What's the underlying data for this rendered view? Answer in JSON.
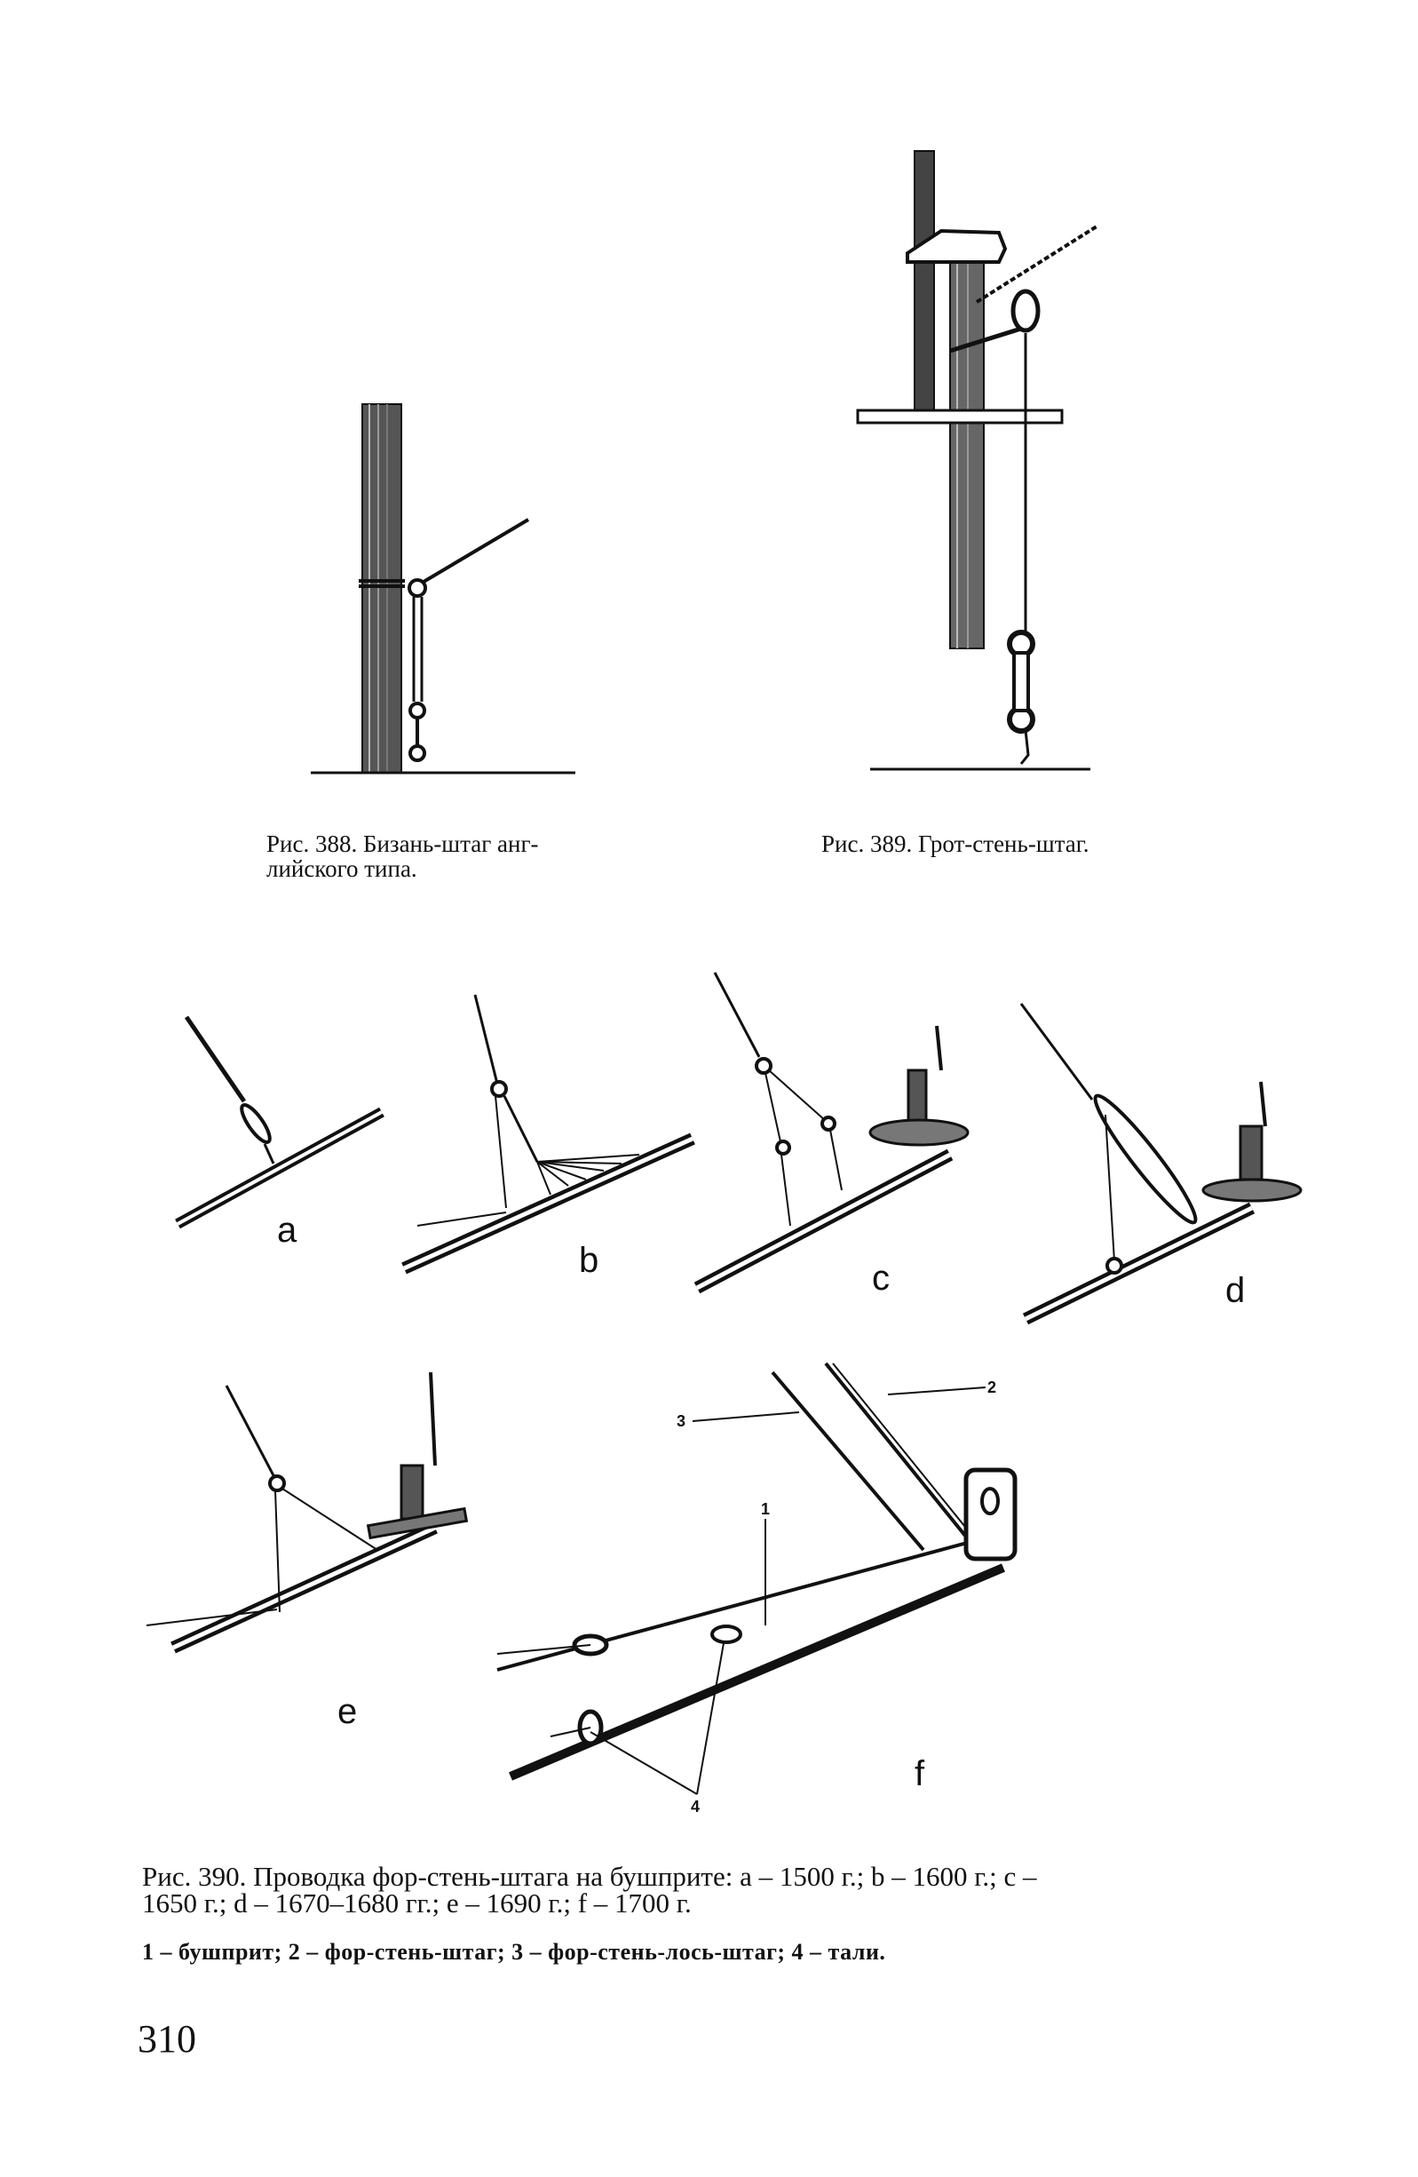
{
  "figures": {
    "fig388": {
      "caption_line1": "Рис. 388. Бизань-штаг анг-",
      "caption_line2": "лийского типа."
    },
    "fig389": {
      "caption": "Рис. 389. Грот-стень-штаг."
    },
    "fig390": {
      "panel_labels": [
        "a",
        "b",
        "c",
        "d",
        "e",
        "f"
      ],
      "callouts": {
        "bowsprit": "1",
        "fore_topmast_stay": "2",
        "fore_topmast_spring_stay": "3",
        "tackles": "4"
      },
      "caption_line1": "Рис. 390. Проводка фор-стень-штага на бушприте: a – 1500 г.; b – 1600 г.; c –",
      "caption_line2": "1650 г.; d – 1670–1680 гг.; e – 1690 г.; f – 1700 г.",
      "legend": "1 – бушприт; 2 – фор-стень-штаг; 3 – фор-стень-лось-штаг; 4 – тали."
    }
  },
  "page_number": "310"
}
